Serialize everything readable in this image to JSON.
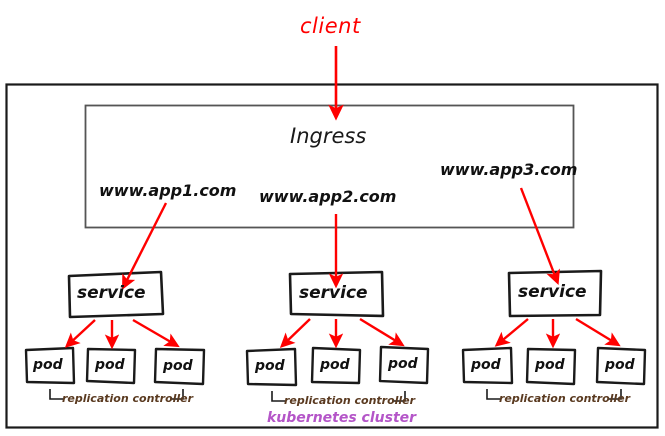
{
  "diagram": {
    "title_external": "client",
    "cluster_label": "kubernetes cluster",
    "ingress": {
      "label": "Ingress",
      "hosts": [
        {
          "name": "app1-host",
          "text": "www.app1.com"
        },
        {
          "name": "app2-host",
          "text": "www.app2.com"
        },
        {
          "name": "app3-host",
          "text": "www.app3.com"
        }
      ]
    },
    "groups": [
      {
        "service_label": "service",
        "rc_label": "replication controller",
        "pods": [
          "pod",
          "pod",
          "pod"
        ]
      },
      {
        "service_label": "service",
        "rc_label": "replication controller",
        "pods": [
          "pod",
          "pod",
          "pod"
        ]
      },
      {
        "service_label": "service",
        "rc_label": "replication controller",
        "pods": [
          "pod",
          "pod",
          "pod"
        ]
      }
    ]
  },
  "colors": {
    "arrow": "#ff0000",
    "client_text": "#ff0000",
    "cluster_text": "#b455c8",
    "box_stroke": "#1a1a1a",
    "rc_text": "#5a3a20",
    "background": "#ffffff"
  }
}
